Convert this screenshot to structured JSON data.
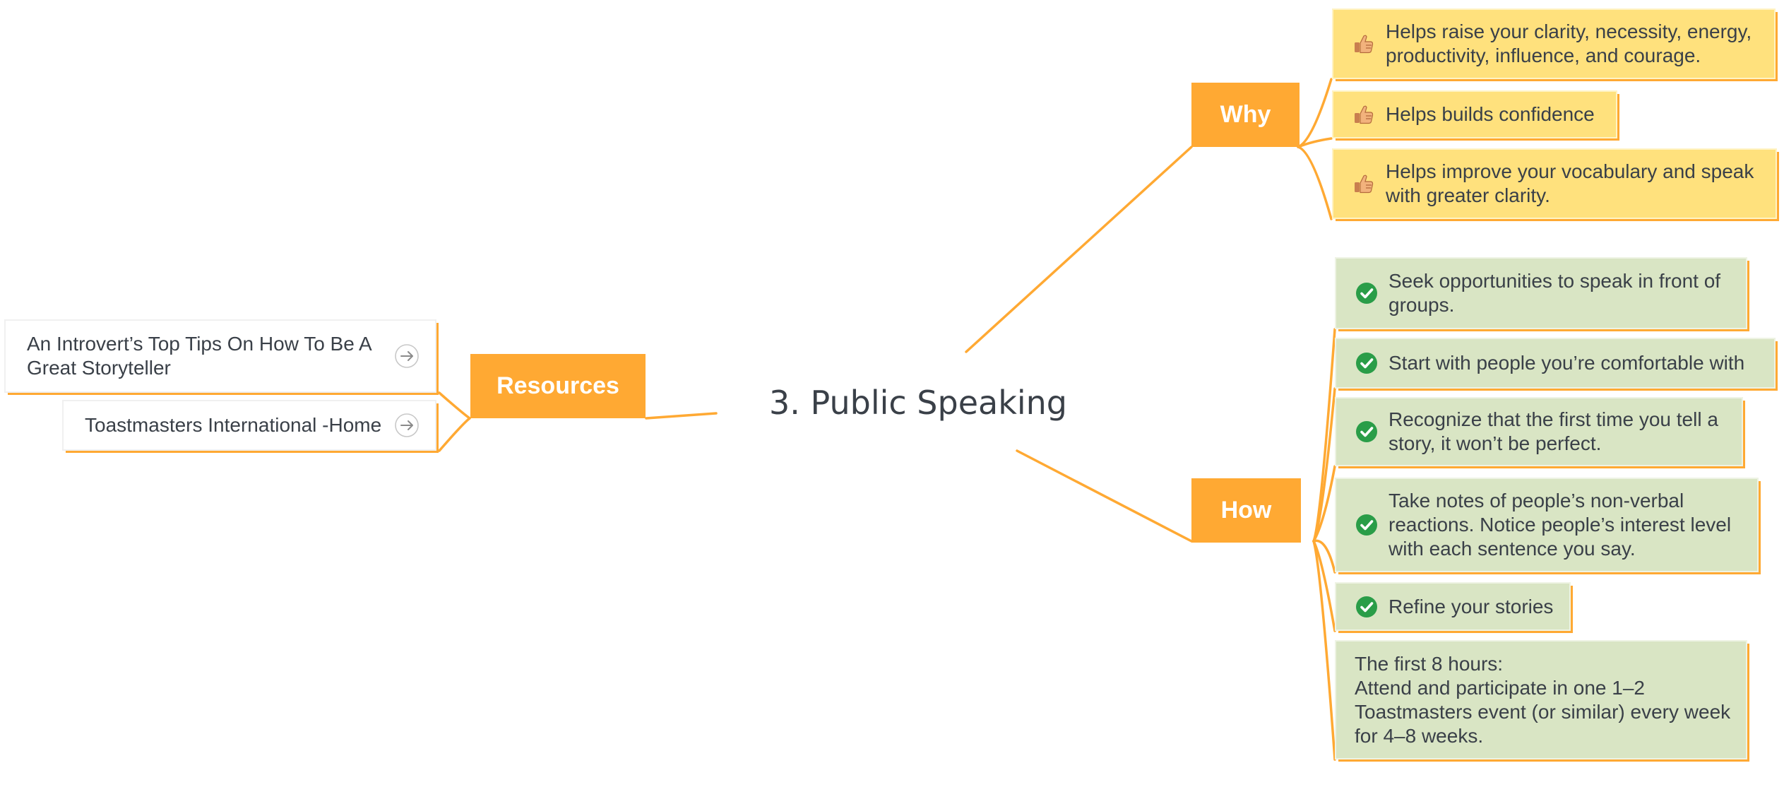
{
  "central_topic": "3. Public Speaking",
  "branches": {
    "why": "Why",
    "how": "How",
    "resources": "Resources"
  },
  "why_items": [
    {
      "icon": "thumbs-up-icon",
      "text": "Helps raise your clarity, necessity, energy, productivity, influence, and courage."
    },
    {
      "icon": "thumbs-up-icon",
      "text": "Helps builds confidence"
    },
    {
      "icon": "thumbs-up-icon",
      "text": "Helps improve your vocabulary and speak with greater clarity."
    }
  ],
  "how_items": [
    {
      "icon": "check-icon",
      "text": "Seek opportunities to speak in front of groups."
    },
    {
      "icon": "check-icon",
      "text": "Start with people you’re comfortable with"
    },
    {
      "icon": "check-icon",
      "text": "Recognize that the first time you tell a story, it won’t be perfect."
    },
    {
      "icon": "check-icon",
      "text": "Take notes of people’s non-verbal reactions. Notice people’s interest level with each sentence you say."
    },
    {
      "icon": "check-icon",
      "text": "Refine your stories"
    },
    {
      "text_lines": [
        "The first 8 hours:",
        "Attend and participate in one 1–2 Toastmasters event (or similar) every week for 4–8 weeks."
      ]
    }
  ],
  "resource_items": [
    {
      "icon": "arrow-right-circle-icon",
      "text": "An Introvert’s Top Tips On How To Be A Great Storyteller"
    },
    {
      "icon": "arrow-right-circle-icon",
      "text": "Toastmasters International -Home"
    }
  ],
  "colors": {
    "branch": "#ffa933",
    "connector": "#ffa933",
    "why_card": "#ffe17d",
    "how_card": "#d9e5c4",
    "check": "#2a9d48",
    "text": "#3a4048"
  }
}
